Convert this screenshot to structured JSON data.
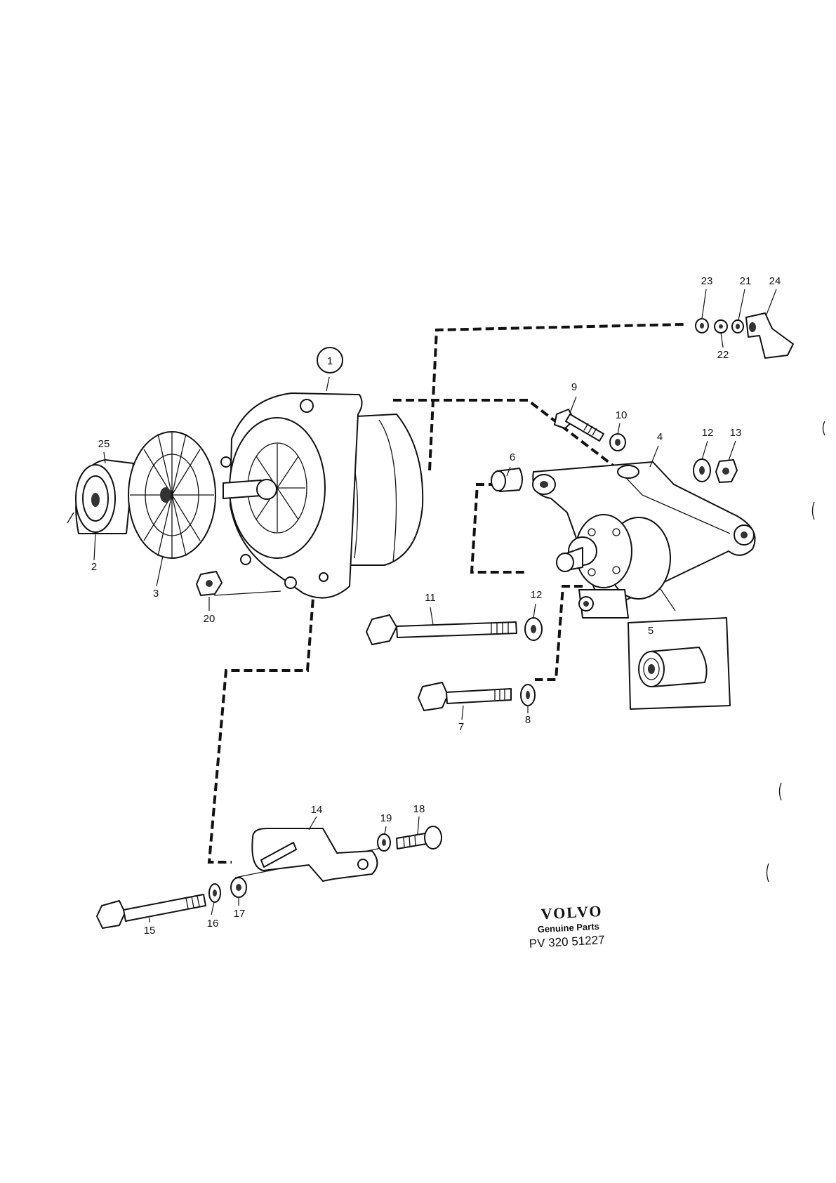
{
  "diagram": {
    "type": "exploded-parts-diagram",
    "subject": "alternator mounting",
    "callouts": [
      "1",
      "2",
      "3",
      "4",
      "5",
      "6",
      "7",
      "8",
      "9",
      "10",
      "11",
      "12",
      "12",
      "13",
      "14",
      "15",
      "16",
      "17",
      "18",
      "19",
      "20",
      "21",
      "22",
      "23",
      "24",
      "25"
    ]
  },
  "branding": {
    "brand_name": "VOLVO",
    "subtitle": "Genuine Parts",
    "drawing_number": "PV 320 51227"
  },
  "colors": {
    "ink": "#111111",
    "paper": "#ffffff"
  }
}
